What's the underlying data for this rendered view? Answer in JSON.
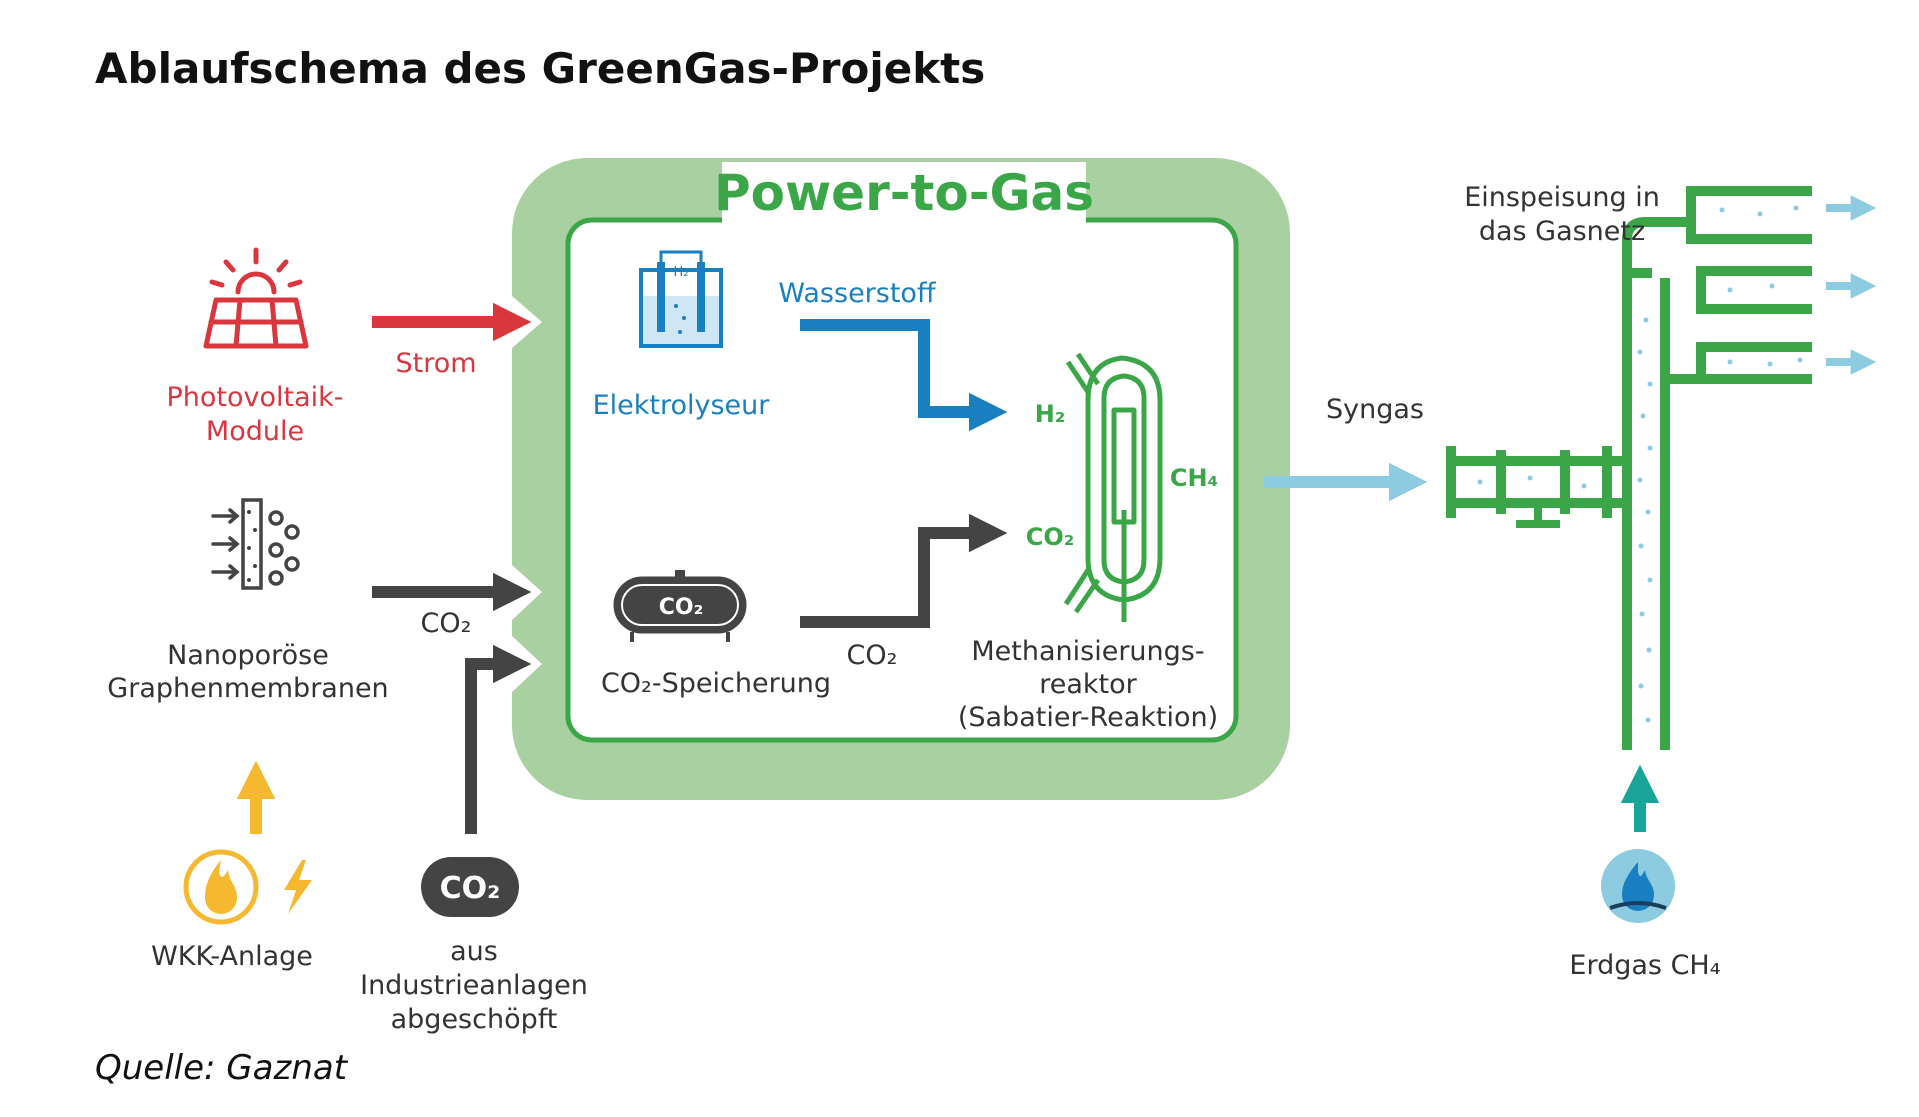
{
  "title": "Ablaufschema des GreenGas-Projekts",
  "source": "Quelle: Gaznat",
  "colors": {
    "power_to_gas_frame": "#a9d0a0",
    "green": "#3aa648",
    "red": "#d9363e",
    "blue": "#1a7fc0",
    "dark_grey": "#444444",
    "light_blue": "#8ccbe0",
    "amber": "#f5b82e",
    "teal": "#1aa59a"
  },
  "power_to_gas": {
    "heading": "Power-to-Gas",
    "electrolyser": {
      "label": "Elektrolyseur",
      "icon": "electrolyser-icon",
      "badge": "H₂"
    },
    "co2_storage": {
      "label": "CO₂-Speicherung",
      "icon": "gas-tank-icon",
      "badge": "CO₂"
    },
    "reactor": {
      "icon": "methanation-reactor-icon",
      "label_line1": "Methanisierungs-",
      "label_line2": "reaktor",
      "label_line3": "(Sabatier-Reaktion)",
      "input_h2": "H₂",
      "input_co2": "CO₂",
      "output_ch4": "CH₄"
    },
    "flow_hydrogen": "Wasserstoff",
    "flow_co2": "CO₂"
  },
  "sources": {
    "photovoltaics": {
      "label_line1": "Photovoltaik-",
      "label_line2": "Module",
      "icon": "solar-panel-icon",
      "flow": "Strom"
    },
    "membranes": {
      "label_line1": "Nanoporöse",
      "label_line2": "Graphenmembranen",
      "icon": "membrane-filter-icon",
      "flow": "CO₂"
    },
    "chp_plant": {
      "label": "WKK-Anlage",
      "icon": "flame-and-lightning-icon"
    },
    "industry": {
      "label_line1": "aus",
      "label_line2": "Industrieanlagen",
      "label_line3": "abgeschöpft",
      "icon": "co2-cloud-icon",
      "badge": "CO₂"
    }
  },
  "output": {
    "syngas": "Syngas",
    "grid_injection_line1": "Einspeisung in",
    "grid_injection_line2": "das Gasnetz",
    "natural_gas": "Erdgas CH₄",
    "pipeline_icon": "gas-pipeline-icon",
    "natural_gas_icon": "gas-flame-icon"
  }
}
